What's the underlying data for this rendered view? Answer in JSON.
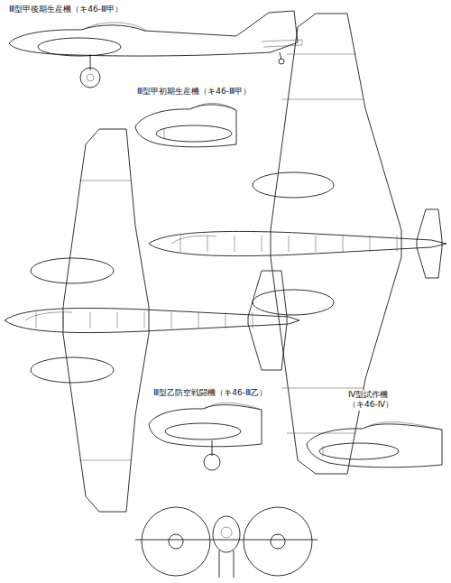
{
  "diagram": {
    "labels": [
      "Ⅲ型甲後期生産機（キ46-Ⅲ甲）",
      "Ⅲ型甲初期生産機（キ46-Ⅲ甲）",
      "Ⅲ型乙防空戦闘機（キ46-Ⅲ乙）",
      "Ⅳ型試作機（キ46-Ⅳ）"
    ]
  }
}
